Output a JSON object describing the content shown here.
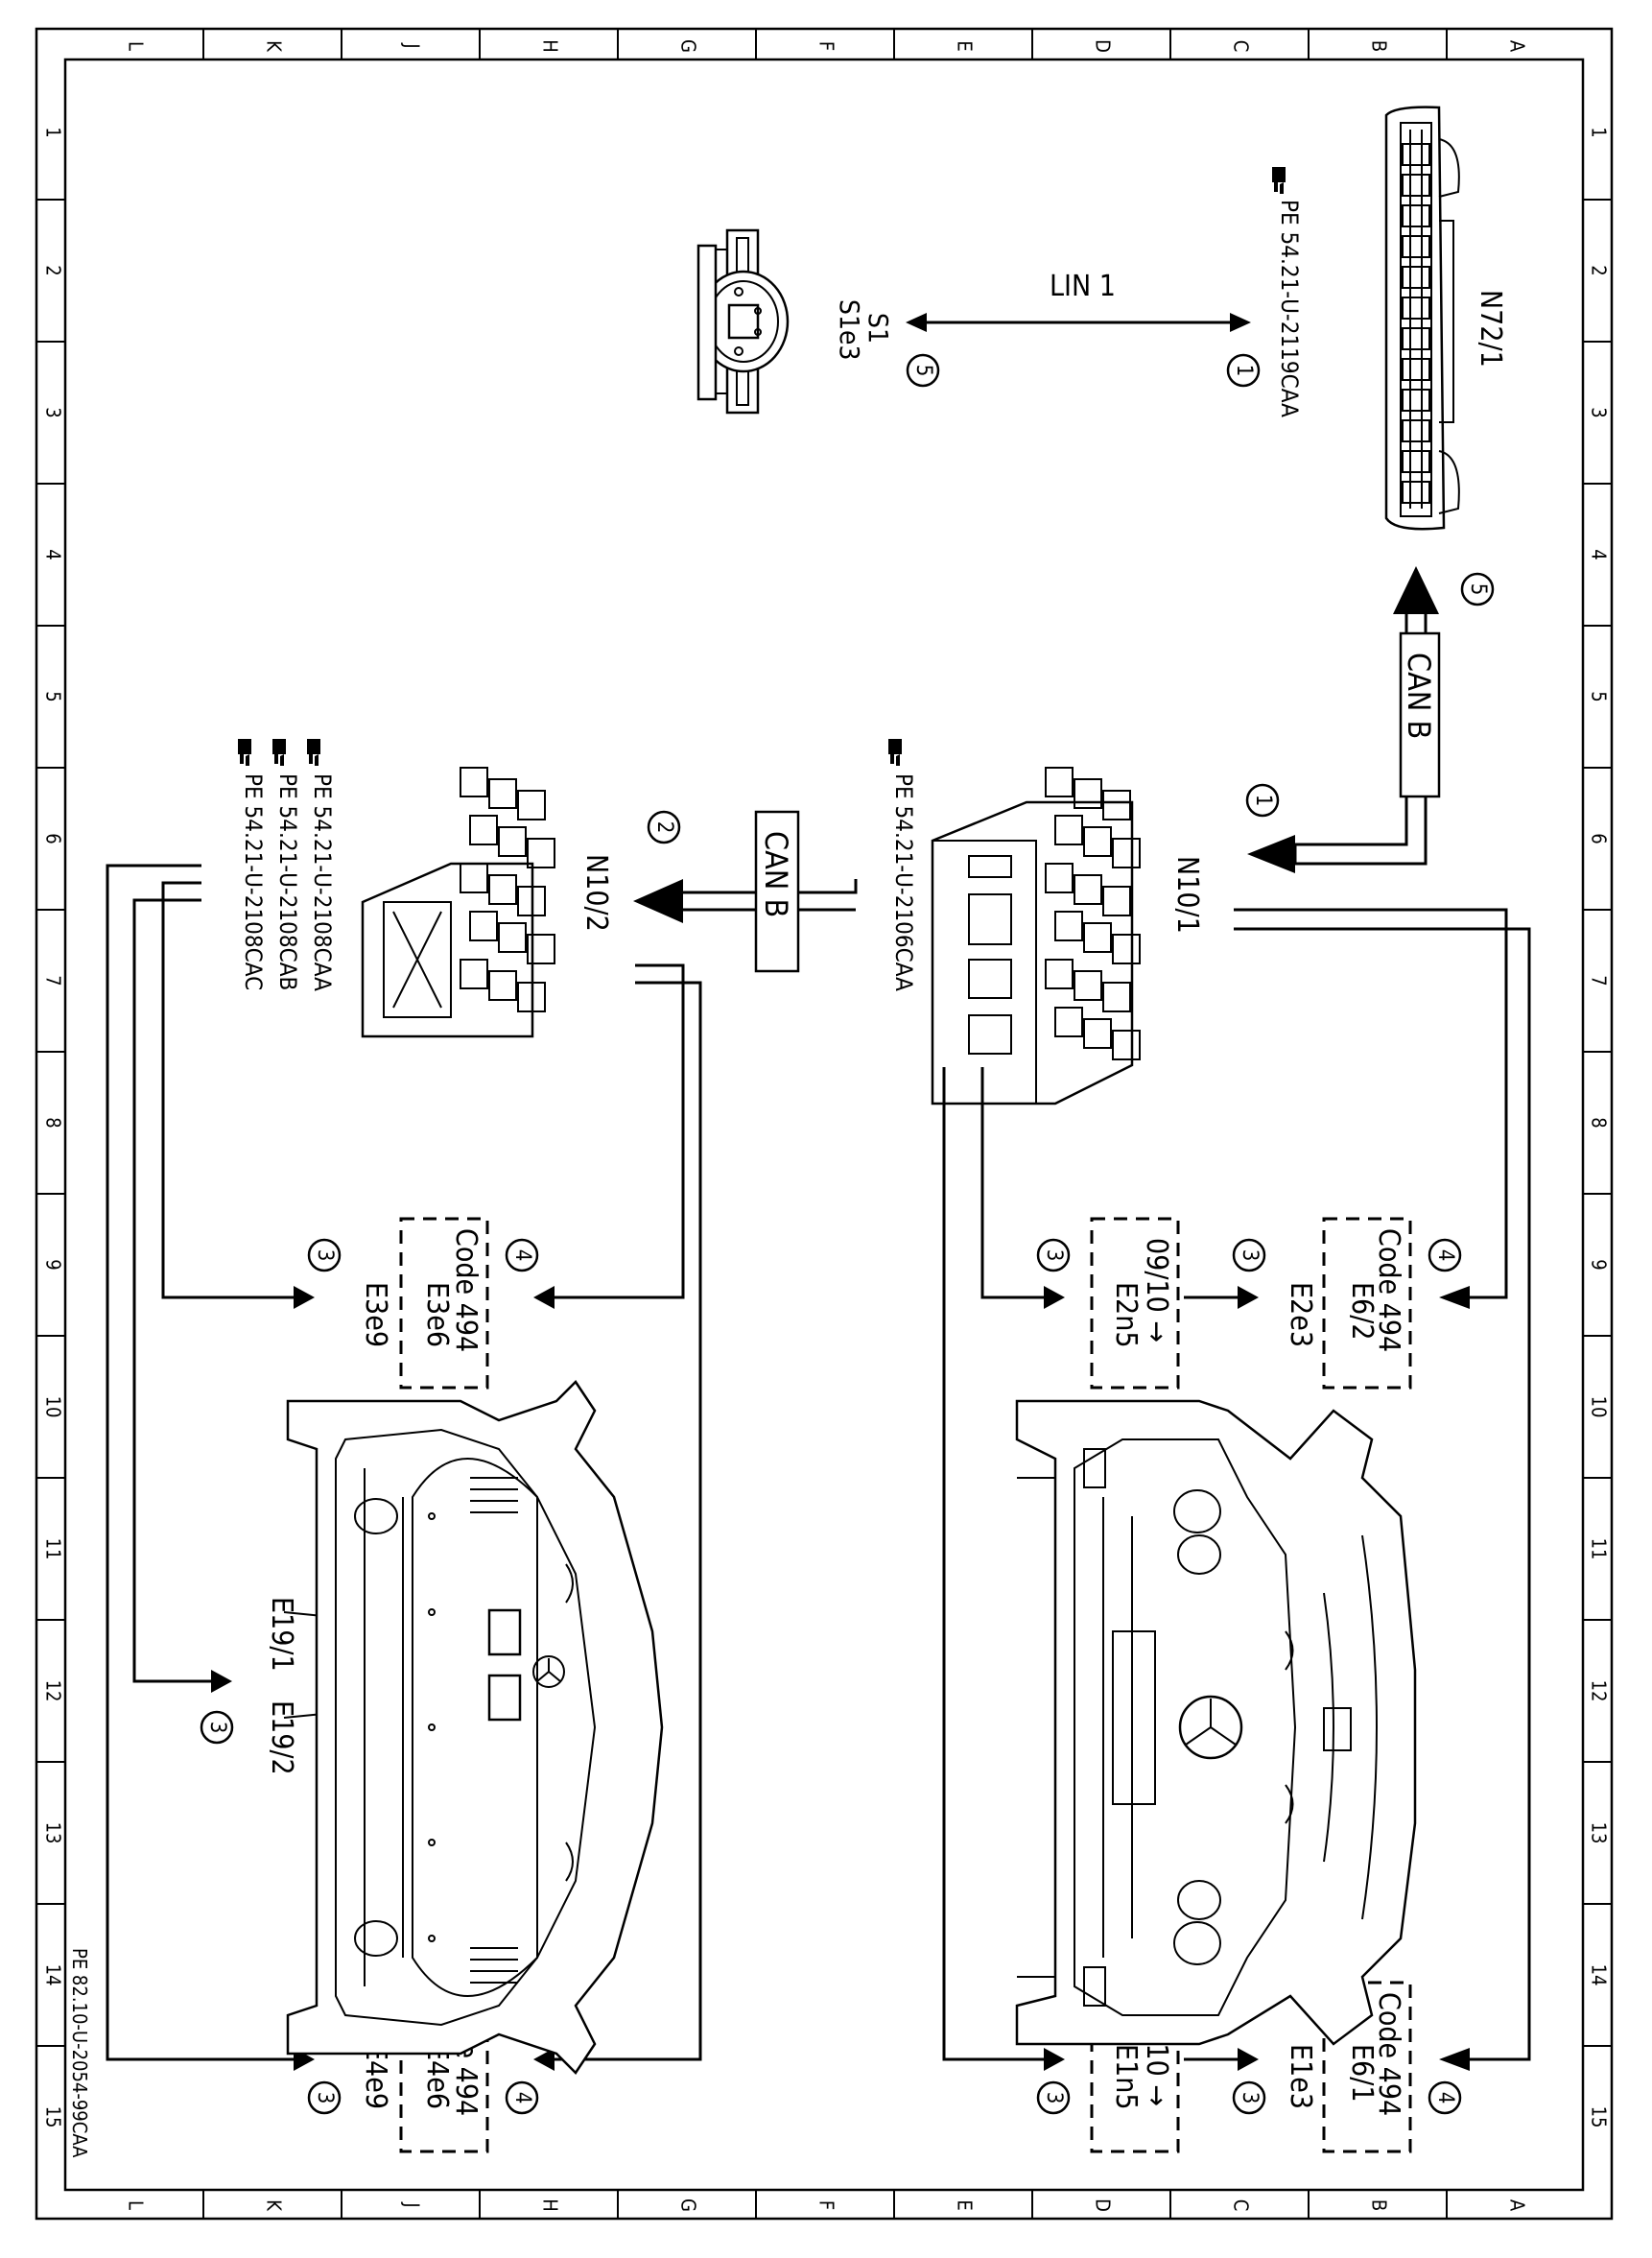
{
  "frame": {
    "letters": [
      "A",
      "B",
      "C",
      "D",
      "E",
      "F",
      "G",
      "H",
      "J",
      "K",
      "L"
    ],
    "numbers": [
      "1",
      "2",
      "3",
      "4",
      "5",
      "6",
      "7",
      "8",
      "9",
      "10",
      "11",
      "12",
      "13",
      "14",
      "15"
    ]
  },
  "document_id": "PE 82.10-U-2054-99CAA",
  "components": {
    "n7_1": {
      "label": "N72/1",
      "ref": "PE 54.21-U-2119CAA"
    },
    "s1": {
      "label": "S1",
      "sublabel": "S1e3"
    },
    "n10_1": {
      "label": "N10/1",
      "ref": "PE 54.21-U-2106CAA"
    },
    "n10_2": {
      "label": "N10/2",
      "refs": [
        "PE 54.21-U-2108CAA",
        "PE 54.21-U-2108CAB",
        "PE 54.21-U-2108CAC"
      ]
    }
  },
  "buses": {
    "lin": "LIN 1",
    "can_top": "CAN B",
    "can_mid": "CAN B"
  },
  "callouts": {
    "c1": "1",
    "c2": "2",
    "c3": "3",
    "c4": "4",
    "c5": "5"
  },
  "lamp_groups": {
    "front_upper": {
      "line1": "Code 494",
      "line2": "E6/2",
      "line3": "E2e3"
    },
    "front_upper_n": {
      "line1": "09/10 →",
      "line2": "E2n5"
    },
    "front_lower": {
      "line1": "Code 494",
      "line2": "E6/1",
      "line3": "E1e3"
    },
    "front_lower_n": {
      "line1": "09/10 →",
      "line2": "E1n5"
    },
    "rear_upper": {
      "line1": "Code 494",
      "line2": "E3e6",
      "line3": "E3e9"
    },
    "rear_lower": {
      "line1": "Code 494",
      "line2": "E4e6",
      "line3": "E4e9"
    }
  },
  "rear_labels": {
    "e19_1": "E19/1",
    "e19_2": "E19/2"
  }
}
